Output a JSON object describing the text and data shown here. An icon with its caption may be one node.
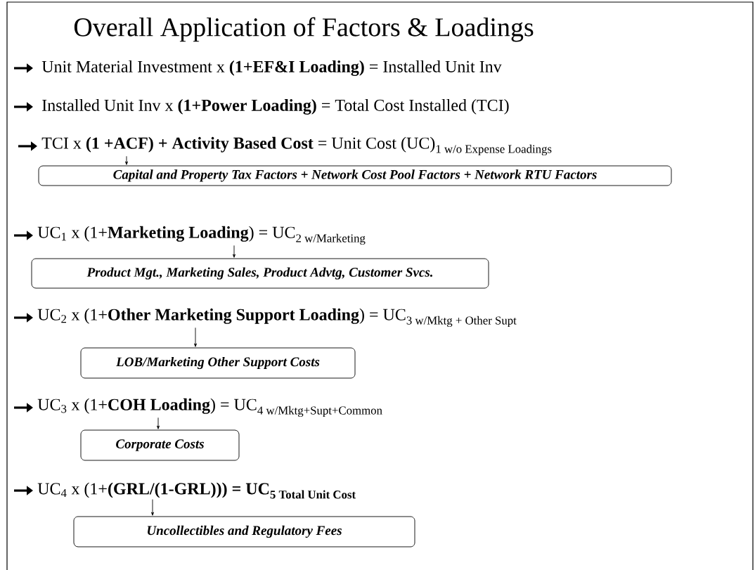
{
  "diagram": {
    "title": "Overall Application of Factors & Loadings",
    "nodes": [
      {
        "text": [
          "\\text{TCI x }\\textbf{(1 +ACF) + Activity Based Cost}\\text{ = Unit Cost (UC)}_{\\text{1 w/o Expense Loadings}}"
        ]
      },
      {
        "text": [
          "Capital and Property Tax Factors + Network Cost Pool Factors + Network RTU Factors"
        ]
      },
      {
        "text": [
          "\\text{UC}_{\\text{1}}\\text{ x (1+}\\textbf{Marketing Loading}\\text{) = UC}_{\\text{2 w/Marketing}}"
        ]
      },
      {
        "text": [
          "Product Mgt., Marketing Sales, Product Advtg, Customer Svcs."
        ]
      },
      {
        "text": [
          "\\text{UC}_{\\text{2}}\\text{ x (1+}\\textbf{Other Marketing Support Loading}\\text{) = UC}_{\\text{3 w/Mktg + Other Supt}}"
        ]
      },
      {
        "text": [
          "LOB/Marketing Other Support Costs"
        ]
      },
      {
        "text": [
          "\\text{UC}_{\\text{3}}\\text{ x (1+}\\textbf{COH Loading}\\text{) = UC}_{\\text{4 w/Mktg+Supt+Common}}"
        ]
      },
      {
        "text": [
          "Corporate Costs"
        ]
      },
      {
        "text": [
          "\\text{UC}_{\\text{4}}\\text{ x (1+}\\textbf{(GRL/(1-GRL))) = UC}_{\\textbf{5 Total Unit Cost}}"
        ]
      },
      {
        "text": [
          "Uncollectibles and Regulatory Fees"
        ]
      }
    ],
    "edges": [
      {
        "from": 0,
        "to": 1,
        "arrow": "to"
      },
      {
        "from": 2,
        "to": 3,
        "arrow": "to"
      },
      {
        "from": 4,
        "to": 5,
        "arrow": "to"
      },
      {
        "from": 6,
        "to": 7,
        "arrow": "to"
      },
      {
        "from": 8,
        "to": 9,
        "arrow": "to"
      }
    ],
    "labels": [
      "Unit Material Investment x **(1+EF&I Loading)** = Installed Unit Inv",
      "Installed Unit Inv x **(1+Power Loading)** = Total Cost Installed (TCI)"
    ]
  }
}
